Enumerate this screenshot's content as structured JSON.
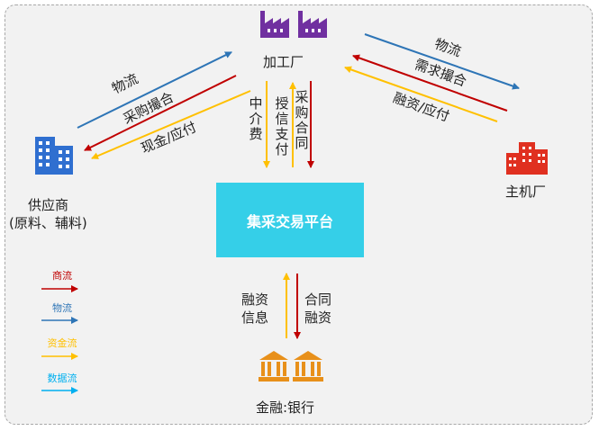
{
  "colors": {
    "business": "#c00000",
    "logistics": "#2e75b6",
    "capital": "#ffc000",
    "data": "#00b0f0",
    "platform": "#35cfe8",
    "factory_icon": "#7030a0",
    "supplier_icon": "#2f6fd0",
    "oem_icon": "#e03020",
    "bank_icon": "#e8901a"
  },
  "nodes": {
    "factory": "加工厂",
    "supplier_line1": "供应商",
    "supplier_line2": "(原料、辅料)",
    "oem": "主机厂",
    "platform": "集采交易平台",
    "bank": "金融:银行"
  },
  "flows": {
    "supplier_factory": {
      "logistics": "物流",
      "purchase": "采购撮合",
      "payment": "现金/应付"
    },
    "factory_oem": {
      "logistics": "物流",
      "demand": "需求撮合",
      "financing": "融资/应付"
    },
    "factory_platform": {
      "fee": "中介费",
      "credit": "授信支付",
      "contract": "采购合同"
    },
    "bank_platform": {
      "info": "融资信息",
      "contract": "合同融资"
    }
  },
  "legend": [
    {
      "label": "商流",
      "color": "#c00000"
    },
    {
      "label": "物流",
      "color": "#2e75b6"
    },
    {
      "label": "资金流",
      "color": "#ffc000"
    },
    {
      "label": "数据流",
      "color": "#00b0f0"
    }
  ]
}
